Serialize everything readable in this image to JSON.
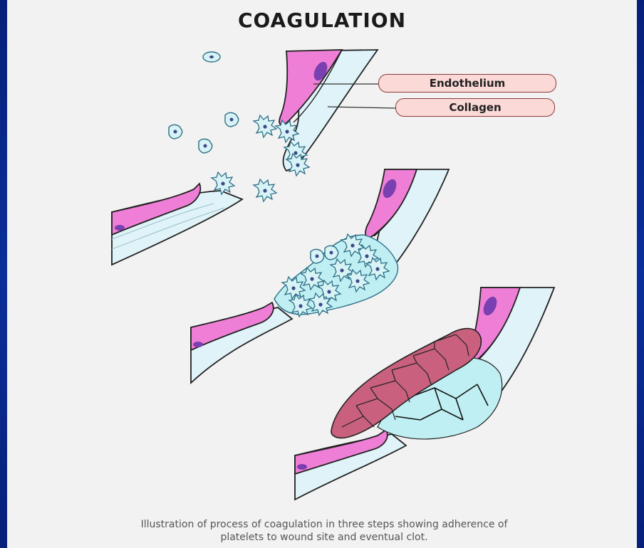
{
  "title": "COAGULATION",
  "labels": {
    "endothelium": "Endothelium",
    "collagen": "Collagen"
  },
  "caption_line1": "Illustration of process of coagulation in three steps showing adherence of",
  "caption_line2": "platelets to wound site and eventual clot.",
  "colors": {
    "endothelium": "#ef7fd6",
    "collagen": "#dff3f8",
    "platelet": "#bfeff3",
    "clot": "#c8607e",
    "nucleus": "#7a3fb0",
    "slide_background": "#0a2f9a"
  }
}
